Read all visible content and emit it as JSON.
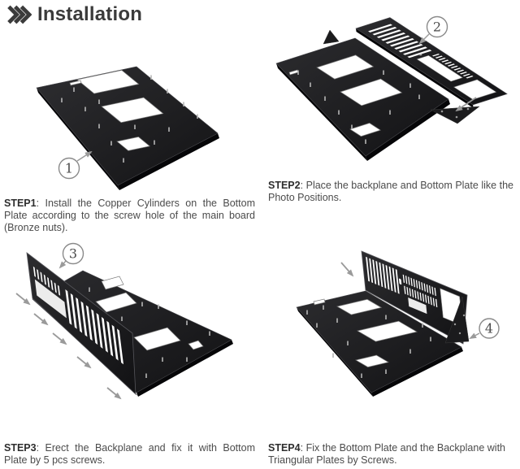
{
  "header": {
    "title": "Installation",
    "icon": "triple-chevron-icon"
  },
  "theme": {
    "ink": "#3b3b3b",
    "body": "#4b4b4b",
    "bold": "#2e2e2e",
    "line": "#9a9a9a",
    "plate": "#1d1d1f"
  },
  "steps": [
    {
      "marker": "1",
      "label": "STEP1",
      "text": ": Install the Copper Cylinders on the Bottom Plate according to the screw hole of the main board (Bronze nuts)."
    },
    {
      "marker": "2",
      "label": "STEP2",
      "text": ": Place the backplane and Bottom Plate like the Photo Positions."
    },
    {
      "marker": "3",
      "label": "STEP3",
      "text": ": Erect the Backplane and fix it with Bottom Plate by 5 pcs screws."
    },
    {
      "marker": "4",
      "label": "STEP4",
      "text": ": Fix the Bottom Plate and the Backplane with Triangular Plates by Screws."
    }
  ]
}
